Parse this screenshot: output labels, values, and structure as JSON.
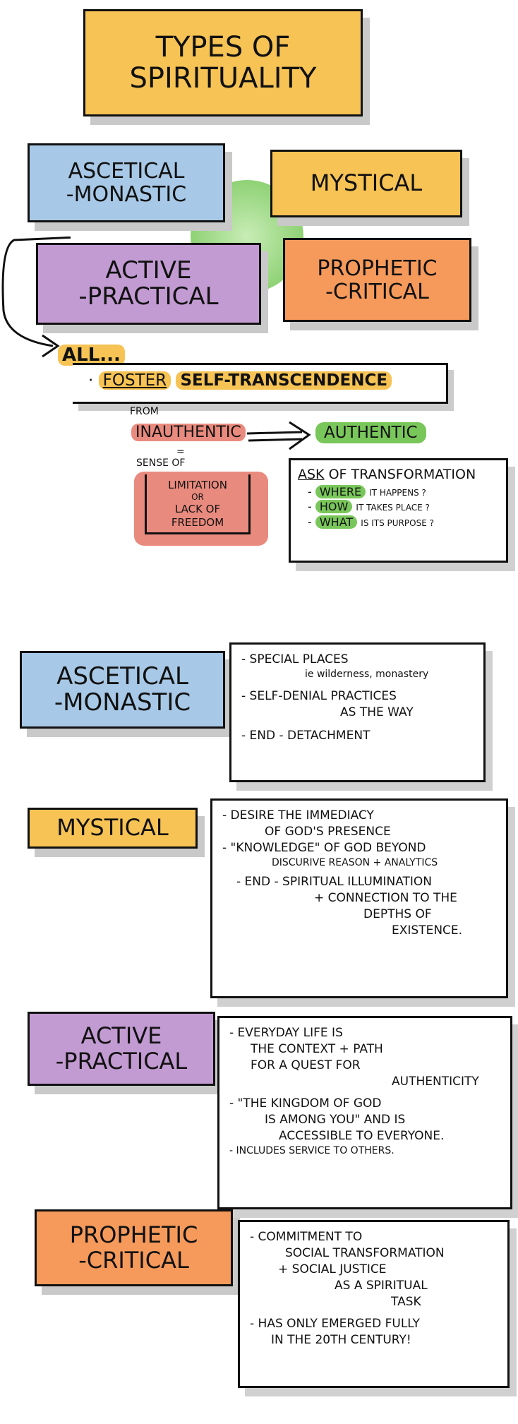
{
  "title": {
    "line1": "Types of",
    "line2": "Spirituality"
  },
  "colors": {
    "yellow": "#f6c354",
    "blue": "#a7c8e6",
    "purple": "#c39bd3",
    "orange": "#f59a5b",
    "green": "#79c75a",
    "red": "#e98a7e"
  },
  "types": [
    {
      "line1": "Ascetical",
      "line2": "-Monastic"
    },
    {
      "line1": "Mystical",
      "line2": ""
    },
    {
      "line1": "Active",
      "line2": "-Practical"
    },
    {
      "line1": "Prophetic",
      "line2": "-Critical"
    }
  ],
  "summary": {
    "all": "All...",
    "foster": "Foster",
    "self_transcendence": "Self-Transcendence",
    "from": "From",
    "inauthentic": "Inauthentic",
    "equals": "=",
    "authentic": "Authentic",
    "sense_of": "Sense of",
    "limitation": "Limitation",
    "or": "or",
    "lack_of": "Lack of",
    "freedom": "Freedom",
    "ask": "Ask",
    "of_transformation": "of Transformation",
    "questions": [
      {
        "key": "Where",
        "rest": "it happens ?"
      },
      {
        "key": "How",
        "rest": "it takes place ?"
      },
      {
        "key": "What",
        "rest": "is its purpose ?"
      }
    ]
  },
  "details": [
    {
      "label1": "Ascetical",
      "label2": "-Monastic",
      "lines": [
        "- Special places",
        "ie wilderness, monastery",
        "- Self-denial practices",
        "as the way",
        "- End - Detachment"
      ]
    },
    {
      "label1": "Mystical",
      "label2": "",
      "lines": [
        "- Desire the immediacy",
        "of God's presence",
        "- \"Knowledge\" of God beyond",
        "discurive reason + analytics",
        "- End - Spiritual illumination",
        "+ connection to the",
        "depths of",
        "existence."
      ]
    },
    {
      "label1": "Active",
      "label2": "-Practical",
      "lines": [
        "- Everyday life is",
        "the context + path",
        "for a quest for",
        "authenticity",
        "- \"The Kingdom of God",
        "is among you\" and is",
        "accessible to everyone.",
        "- includes service to others."
      ]
    },
    {
      "label1": "Prophetic",
      "label2": "-Critical",
      "lines": [
        "- Commitment to",
        "social transformation",
        "+ social justice",
        "as a spiritual",
        "task",
        "- Has only emerged fully",
        "in the 20th century!"
      ]
    }
  ]
}
